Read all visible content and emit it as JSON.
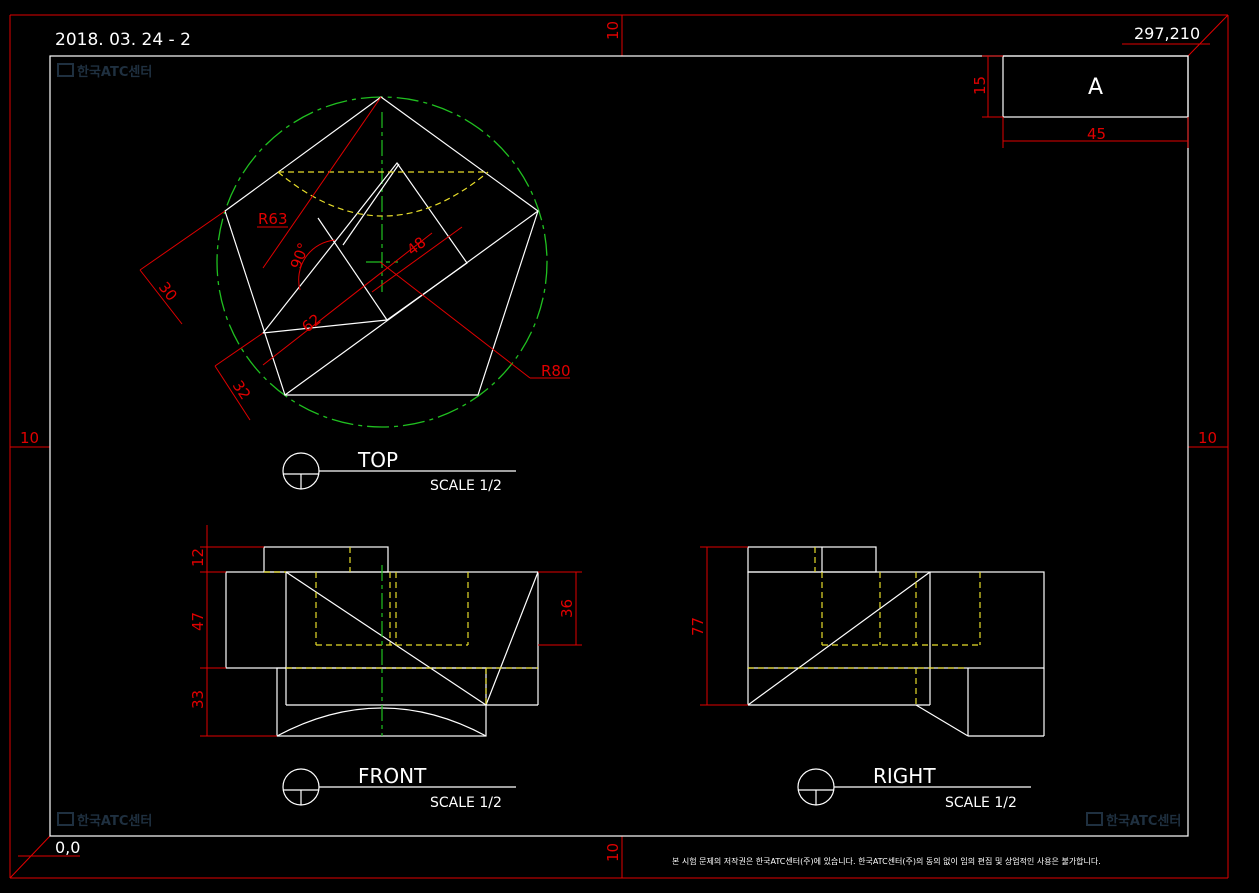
{
  "sheet": {
    "date_code": "2018. 03. 24 - 2",
    "paper_size": "297,210",
    "origin": "0,0",
    "margin_top": "10",
    "margin_bottom": "10",
    "margin_left": "10",
    "margin_right": "10",
    "copyright": "본 시험 문제의 저작권은 한국ATC센터(주)에 있습니다. 한국ATC센터(주)의 동의 없이 임의 편집 및 상업적인 사용은 불가합니다."
  },
  "title_block": {
    "letter": "A",
    "height_dim": "15",
    "width_dim": "45"
  },
  "watermark": "한국ATC센터",
  "views": {
    "top": {
      "name": "TOP",
      "scale": "SCALE 1/2"
    },
    "front": {
      "name": "FRONT",
      "scale": "SCALE 1/2"
    },
    "right": {
      "name": "RIGHT",
      "scale": "SCALE 1/2"
    }
  },
  "dimensions": {
    "top": {
      "r63": "R63",
      "r80": "R80",
      "d30": "30",
      "d32": "32",
      "d62": "62",
      "d48": "48",
      "angle": "90°"
    },
    "front": {
      "d12": "12",
      "d47": "47",
      "d33": "33",
      "d36": "36"
    },
    "right": {
      "d77": "77"
    }
  },
  "colors": {
    "object": "#ffffff",
    "dimension": "#e00000",
    "hidden": "#e6dc2a",
    "center": "#20c020",
    "background": "#000000"
  }
}
